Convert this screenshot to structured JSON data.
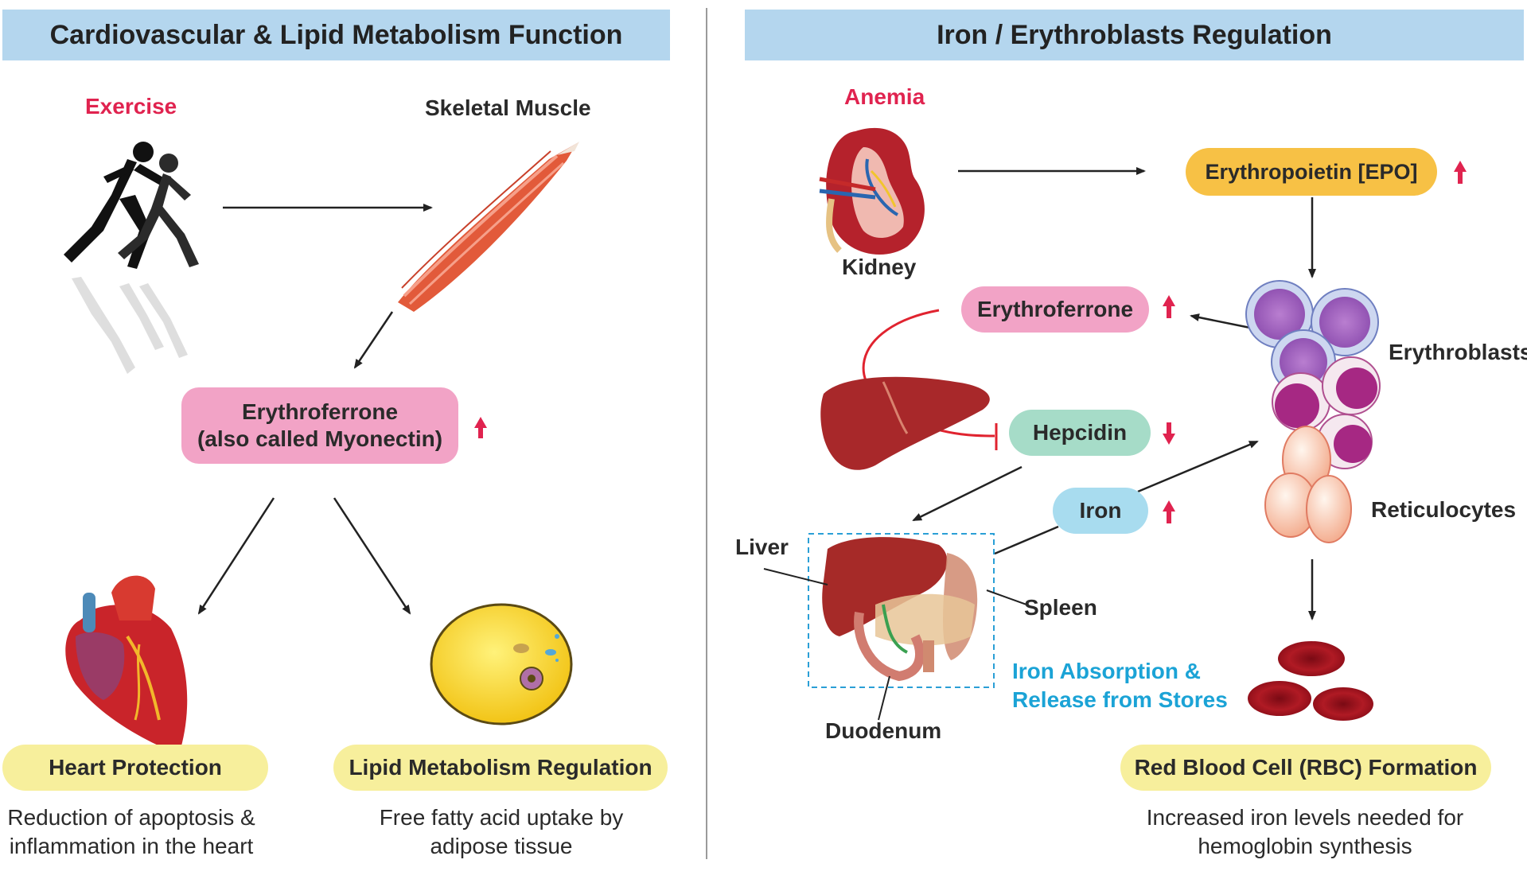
{
  "left_panel": {
    "title": "Cardiovascular & Lipid Metabolism Function",
    "exercise_label": "Exercise",
    "muscle_label": "Skeletal Muscle",
    "erythroferrone_line1": "Erythroferrone",
    "erythroferrone_line2": "(also called Myonectin)",
    "heart_box": "Heart Protection",
    "heart_desc_line1": "Reduction of apoptosis &",
    "heart_desc_line2": "inflammation in the heart",
    "lipid_box": "Lipid Metabolism Regulation",
    "lipid_desc_line1": "Free fatty acid uptake by",
    "lipid_desc_line2": "adipose tissue"
  },
  "right_panel": {
    "title": "Iron / Erythroblasts Regulation",
    "anemia_label": "Anemia",
    "kidney_label": "Kidney",
    "epo_box": "Erythropoietin [EPO]",
    "erythroferrone_box": "Erythroferrone",
    "hepcidin_box": "Hepcidin",
    "iron_box": "Iron",
    "erythroblasts_label": "Erythroblasts",
    "reticulocytes_label": "Reticulocytes",
    "liver_label": "Liver",
    "spleen_label": "Spleen",
    "duodenum_label": "Duodenum",
    "absorption_line1": "Iron Absorption &",
    "absorption_line2": "Release from Stores",
    "rbc_box": "Red Blood Cell (RBC) Formation",
    "rbc_desc_line1": "Increased iron levels needed for",
    "rbc_desc_line2": "hemoglobin synthesis"
  },
  "colors": {
    "header_bg": "#b4d6ee",
    "accent_red": "#e0234f",
    "accent_blue": "#1ba3d6",
    "pill_yellow": "#f7ef9c",
    "pill_pink": "#f2a3c6",
    "pill_green": "#a6dcc8",
    "pill_cyan": "#a8dcef",
    "pill_orange": "#f7c145"
  }
}
